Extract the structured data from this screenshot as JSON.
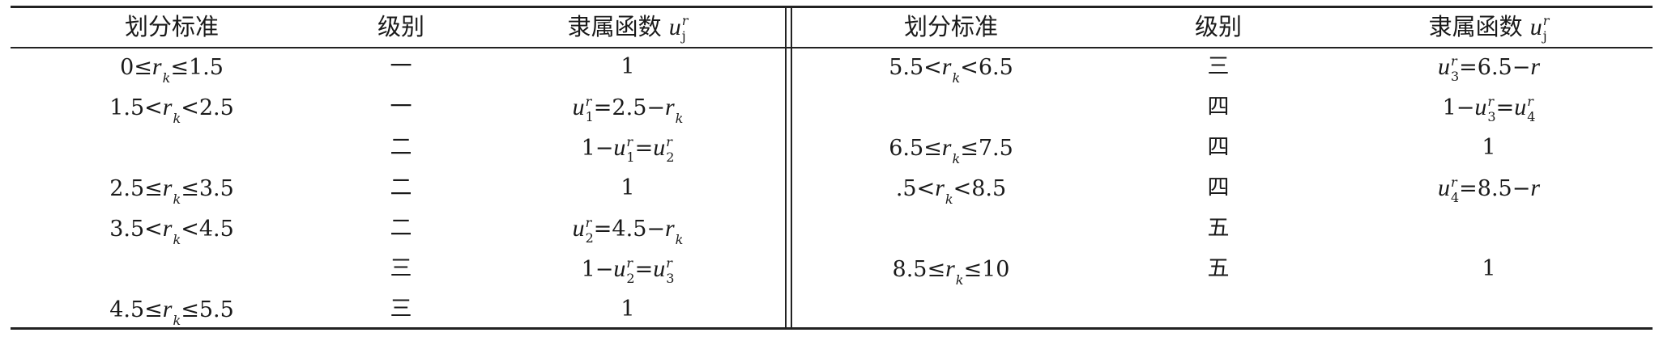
{
  "headers": {
    "criterion": "划分标准",
    "level": "级别",
    "membership": "隶属函数",
    "membership_symbol": {
      "v": "u",
      "sup": "r",
      "sub": "j"
    }
  },
  "left_rows": [
    {
      "criterion": [
        "0≤",
        {
          "v": "r",
          "sub": "k"
        },
        "≤1.5"
      ],
      "level": "一",
      "membership": [
        "1"
      ]
    },
    {
      "criterion": [
        "1.5<",
        {
          "v": "r",
          "sub": "k"
        },
        "<2.5"
      ],
      "level": "一",
      "membership": [
        {
          "v": "u",
          "sup": "r",
          "sub": "1"
        },
        "=2.5−",
        {
          "v": "r",
          "sub": "k"
        }
      ]
    },
    {
      "criterion": [],
      "level": "二",
      "membership": [
        "1−",
        {
          "v": "u",
          "sup": "r",
          "sub": "1"
        },
        "=",
        {
          "v": "u",
          "sup": "r",
          "sub": "2"
        }
      ]
    },
    {
      "criterion": [
        "2.5≤",
        {
          "v": "r",
          "sub": "k"
        },
        "≤3.5"
      ],
      "level": "二",
      "membership": [
        "1"
      ]
    },
    {
      "criterion": [
        "3.5<",
        {
          "v": "r",
          "sub": "k"
        },
        "<4.5"
      ],
      "level": "二",
      "membership": [
        {
          "v": "u",
          "sup": "r",
          "sub": "2"
        },
        "=4.5−",
        {
          "v": "r",
          "sub": "k"
        }
      ]
    },
    {
      "criterion": [],
      "level": "三",
      "membership": [
        "1−",
        {
          "v": "u",
          "sup": "r",
          "sub": "2"
        },
        "=",
        {
          "v": "u",
          "sup": "r",
          "sub": "3"
        }
      ]
    },
    {
      "criterion": [
        "4.5≤",
        {
          "v": "r",
          "sub": "k"
        },
        "≤5.5"
      ],
      "level": "三",
      "membership": [
        "1"
      ]
    }
  ],
  "right_rows": [
    {
      "criterion": [
        "5.5<",
        {
          "v": "r",
          "sub": "k"
        },
        "<6.5"
      ],
      "level": "三",
      "membership": [
        {
          "v": "u",
          "sup": "r",
          "sub": "3"
        },
        "=6.5−",
        {
          "v": "r"
        }
      ]
    },
    {
      "criterion": [],
      "level": "四",
      "membership": [
        "1−",
        {
          "v": "u",
          "sup": "r",
          "sub": "3"
        },
        "=",
        {
          "v": "u",
          "sup": "r",
          "sub": "4"
        }
      ]
    },
    {
      "criterion": [
        "6.5≤",
        {
          "v": "r",
          "sub": "k"
        },
        "≤7.5"
      ],
      "level": "四",
      "membership": [
        "1"
      ]
    },
    {
      "criterion": [
        ".5<",
        {
          "v": "r",
          "sub": "k"
        },
        "<8.5"
      ],
      "level": "四",
      "membership": [
        {
          "v": "u",
          "sup": "r",
          "sub": "4"
        },
        "=8.5−",
        {
          "v": "r"
        }
      ]
    },
    {
      "criterion": [],
      "level": "五",
      "membership": []
    },
    {
      "criterion": [
        "8.5≤",
        {
          "v": "r",
          "sub": "k"
        },
        "≤10"
      ],
      "level": "五",
      "membership": [
        "1"
      ]
    }
  ]
}
